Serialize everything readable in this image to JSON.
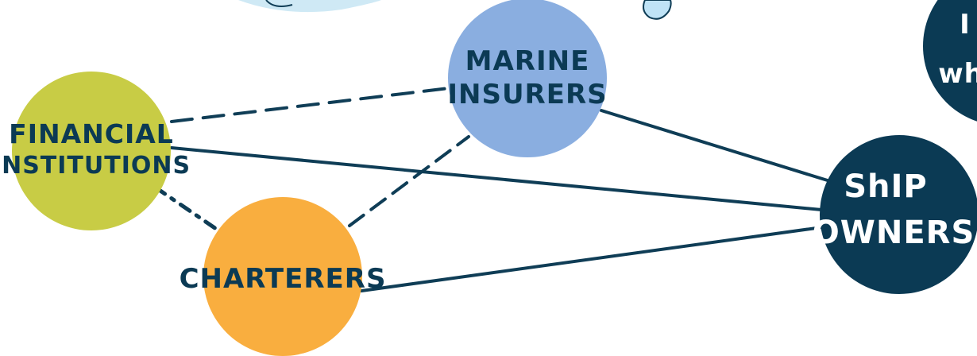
{
  "nodes": {
    "financial": {
      "line1": "FINANCIAL",
      "line2": "INSTITUTIONS"
    },
    "marine": {
      "line1": "MARINE",
      "line2": "INSURERS"
    },
    "charterers": {
      "line1": "CHARTERERS"
    },
    "shipowners": {
      "line1": "ShIP",
      "line2": "OWNERS"
    },
    "partial_top_right": {
      "line1": "I",
      "line2": "wh"
    }
  },
  "colors": {
    "financial": "#c8cc45",
    "marine": "#8aaee0",
    "charterers": "#f9ae3f",
    "shipowners": "#0b3a54",
    "line": "#0f3d56",
    "decor_water": "#cfe9f5"
  },
  "edges": [
    {
      "from": "financial",
      "to": "marine",
      "style": "dashed"
    },
    {
      "from": "financial",
      "to": "shipowners",
      "style": "solid"
    },
    {
      "from": "financial",
      "to": "charterers",
      "style": "dash-dot"
    },
    {
      "from": "charterers",
      "to": "marine",
      "style": "dashed"
    },
    {
      "from": "charterers",
      "to": "shipowners",
      "style": "solid"
    },
    {
      "from": "marine",
      "to": "shipowners",
      "style": "solid"
    }
  ]
}
